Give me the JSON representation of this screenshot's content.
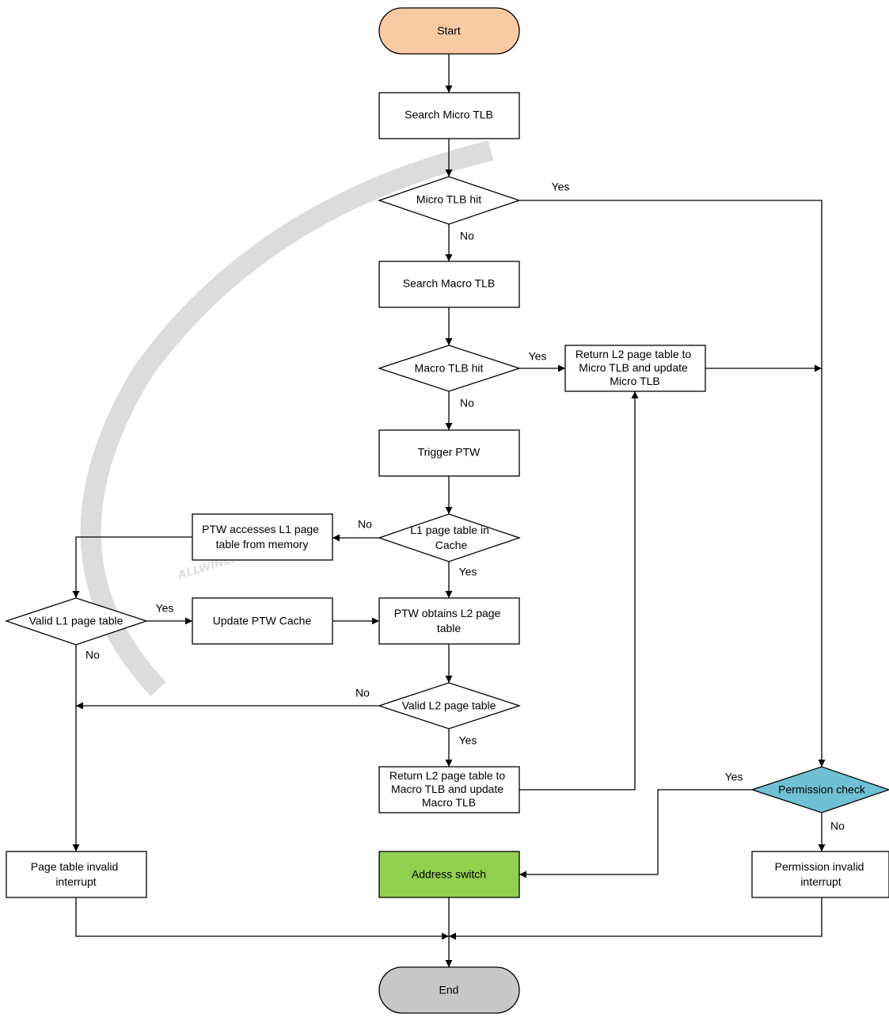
{
  "watermark": {
    "text": "ALLWINER",
    "color": "#d9d9d9"
  },
  "colors": {
    "start": "#f8cba4",
    "end": "#c8c8c8",
    "permission_check": "#6fc0d3",
    "address_switch": "#92d050",
    "default_fill": "#ffffff",
    "line": "#000000"
  },
  "nodes": {
    "start": "Start",
    "search_micro": "Search Micro TLB",
    "micro_hit": "Micro TLB hit",
    "search_macro": "Search Macro TLB",
    "macro_hit": "Macro TLB hit",
    "return_micro": [
      "Return L2 page table to",
      "Micro TLB and update",
      "Micro TLB"
    ],
    "trigger_ptw": "Trigger PTW",
    "l1_cache": [
      "L1 page table in",
      "Cache"
    ],
    "ptw_access_l1": [
      "PTW accesses L1 page",
      "table from memory"
    ],
    "valid_l1": "Valid L1 page table",
    "update_ptw_cache": "Update PTW Cache",
    "ptw_obtains_l2": [
      "PTW obtains L2 page",
      "table"
    ],
    "valid_l2": "Valid L2 page table",
    "return_macro": [
      "Return L2 page table to",
      "Macro TLB and update",
      "Macro TLB"
    ],
    "permission_check": "Permission check",
    "page_invalid": [
      "Page table invalid",
      "interrupt"
    ],
    "address_switch": "Address switch",
    "permission_invalid": [
      "Permission invalid",
      "interrupt"
    ],
    "end": "End"
  },
  "edge_labels": {
    "micro_yes": "Yes",
    "micro_no": "No",
    "macro_yes": "Yes",
    "macro_no": "No",
    "l1cache_no": "No",
    "l1cache_yes": "Yes",
    "valid_l1_yes": "Yes",
    "valid_l1_no": "No",
    "valid_l2_no": "No",
    "valid_l2_yes": "Yes",
    "perm_yes": "Yes",
    "perm_no": "No"
  }
}
